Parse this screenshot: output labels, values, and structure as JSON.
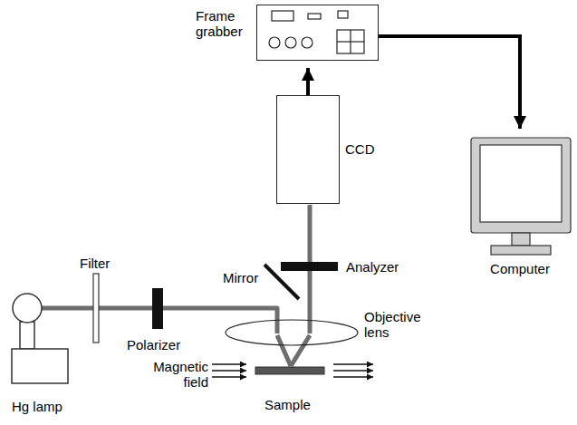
{
  "diagram": {
    "nodes": [
      {
        "text": [
          "Frame grabber"
        ]
      },
      {
        "text": [
          "CCD"
        ]
      },
      {
        "text": [
          "Computer"
        ]
      }
    ],
    "edges": [
      {
        "from": 1,
        "to": 0,
        "arrow": "to"
      },
      {
        "from": 0,
        "to": 2,
        "arrow": "to"
      }
    ],
    "labels": [
      "Filter",
      "Mirror",
      "Analyzer",
      "Polarizer",
      "Objective lens",
      "Hg lamp",
      "Magnetic field",
      "Sample"
    ]
  }
}
